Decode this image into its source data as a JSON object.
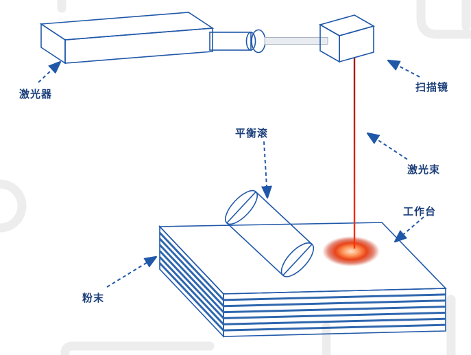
{
  "diagram": {
    "labels": {
      "laser": "激光器",
      "scanner": "扫描镜",
      "roller": "平衡滚",
      "beam": "激光束",
      "table": "工作台",
      "powder": "粉末"
    },
    "colors": {
      "outline": "#2058a8",
      "stripe": "#2e66ae",
      "dark_face": "#3d6cb4",
      "beam": "#e02800",
      "glow_center": "#ffe3cf",
      "label_text": "#1c3f7a",
      "watermark": "#ededed"
    }
  }
}
